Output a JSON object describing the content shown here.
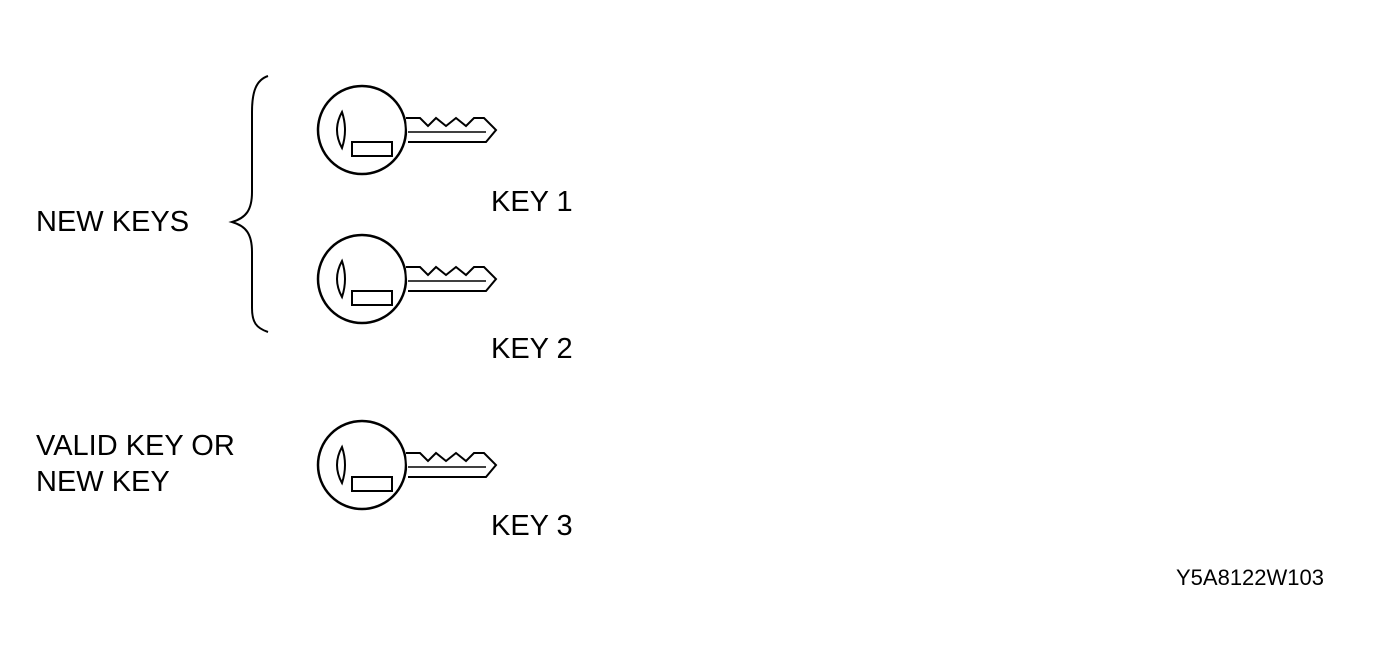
{
  "groups": {
    "new_keys_label": "NEW KEYS",
    "valid_key_label_line1": "VALID KEY OR",
    "valid_key_label_line2": "NEW KEY"
  },
  "keys": [
    {
      "label": "KEY 1",
      "icon": "key-icon"
    },
    {
      "label": "KEY 2",
      "icon": "key-icon"
    },
    {
      "label": "KEY 3",
      "icon": "key-icon"
    }
  ],
  "figure_code": "Y5A8122W103",
  "colors": {
    "line": "#000000",
    "background": "#ffffff"
  }
}
